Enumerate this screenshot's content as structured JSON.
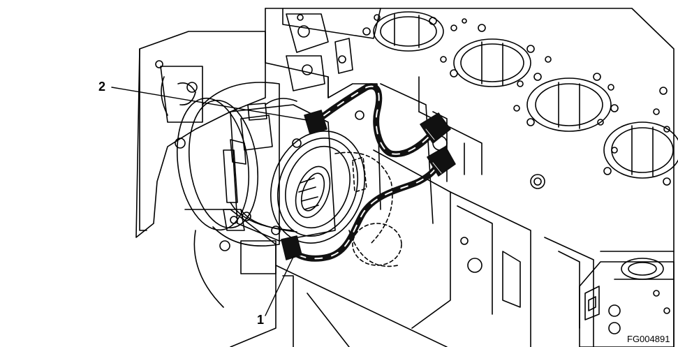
{
  "callouts": [
    {
      "label": "2"
    },
    {
      "label": "1"
    }
  ],
  "figure_id": "FG004891",
  "colors": {
    "line": "#000000",
    "paper": "#ffffff",
    "cable": "#111111"
  }
}
